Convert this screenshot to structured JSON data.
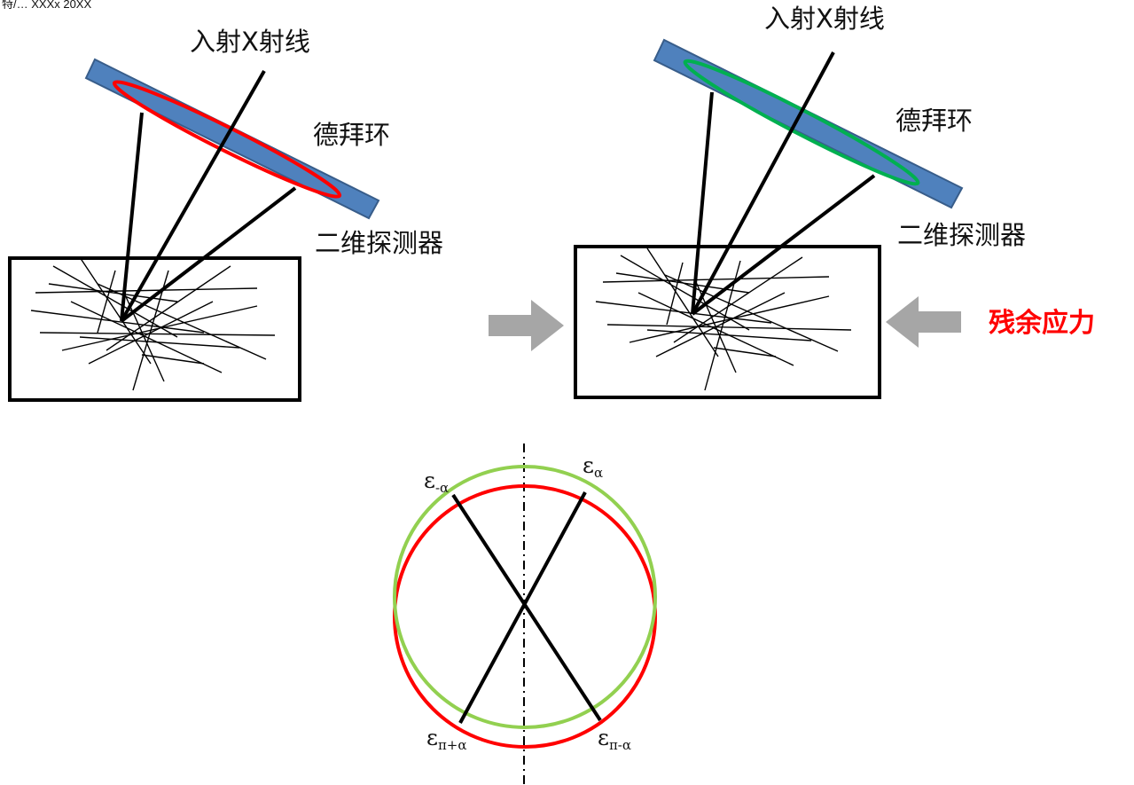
{
  "top_crop_text": "特/… XXXx 20XX",
  "left_panel": {
    "incident_xray_label": "入射X射线",
    "debye_ring_label": "德拜环",
    "detector_label": "二维探测器"
  },
  "right_panel": {
    "incident_xray_label": "入射X射线",
    "debye_ring_label": "德拜环",
    "detector_label": "二维探测器",
    "residual_stress_label": "残余应力"
  },
  "ring_diagram": {
    "eps_top_left": "ε",
    "eps_top_left_sub": "-α",
    "eps_top_right": "ε",
    "eps_top_right_sub": "α",
    "eps_bottom_left": "ε",
    "eps_bottom_left_sub": "π+α",
    "eps_bottom_right": "ε",
    "eps_bottom_right_sub": "π-α"
  },
  "colors": {
    "detector_fill": "#4f81bd",
    "detector_stroke": "#385d8a",
    "ring_unstressed": "#ff0000",
    "ring_stressed": "#00b050",
    "ring_green_outline": "#92d050",
    "arrow_gray": "#a6a6a6",
    "stress_text": "#ff0000"
  }
}
